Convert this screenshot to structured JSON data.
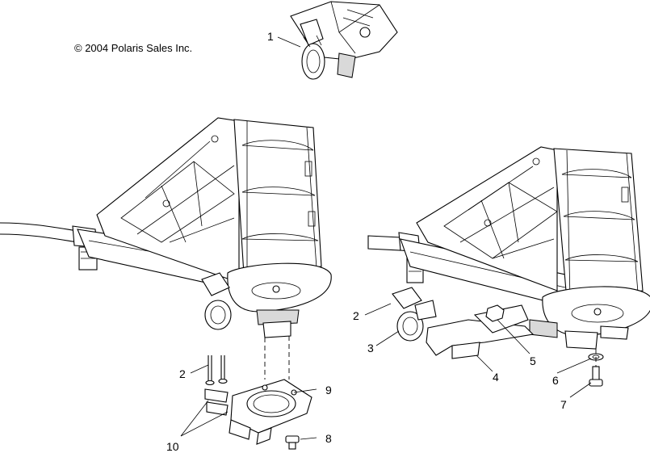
{
  "copyright": "© 2004 Polaris Sales Inc.",
  "callouts": {
    "c1": "1",
    "c2a": "2",
    "c2b": "2",
    "c3": "3",
    "c4": "4",
    "c5": "5",
    "c6": "6",
    "c7": "7",
    "c8": "8",
    "c9": "9",
    "c10": "10"
  }
}
